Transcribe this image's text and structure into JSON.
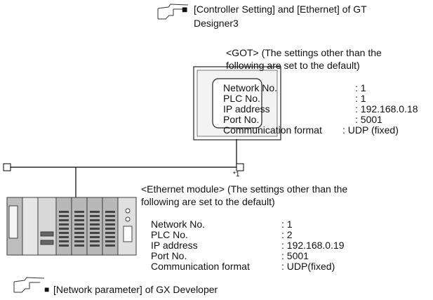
{
  "top_ref": {
    "icon": "hand-pointing-icon",
    "bullet": "■",
    "text_line1": "[Controller Setting] and [Ethernet] of GT",
    "text_line2": "Designer3"
  },
  "got": {
    "title_line1": "<GOT> (The settings other than the",
    "title_line2": "following are set to the default)",
    "settings": [
      {
        "label": "Network No.",
        "value": ": 1"
      },
      {
        "label": "PLC No.",
        "value": ": 1"
      },
      {
        "label": "IP address",
        "value": ": 192.168.0.18"
      },
      {
        "label": "Port No.",
        "value": ": 5001"
      },
      {
        "label": "Communication format",
        "value": ": UDP (fixed)"
      }
    ]
  },
  "footnote_mark": "*1",
  "ethernet_module": {
    "title_line1": "<Ethernet module> (The settings other than the",
    "title_line2": "following are set to the default)",
    "settings": [
      {
        "label": "Network No.",
        "value": ": 1"
      },
      {
        "label": "PLC No.",
        "value": ": 2"
      },
      {
        "label": "IP address",
        "value": ": 192.168.0.19"
      },
      {
        "label": "Port No.",
        "value": ": 5001"
      },
      {
        "label": "Communication format",
        "value": ": UDP(fixed)"
      }
    ]
  },
  "bottom_ref": {
    "icon": "hand-pointing-icon",
    "bullet": "■",
    "text": "[Network parameter] of GX Developer"
  }
}
